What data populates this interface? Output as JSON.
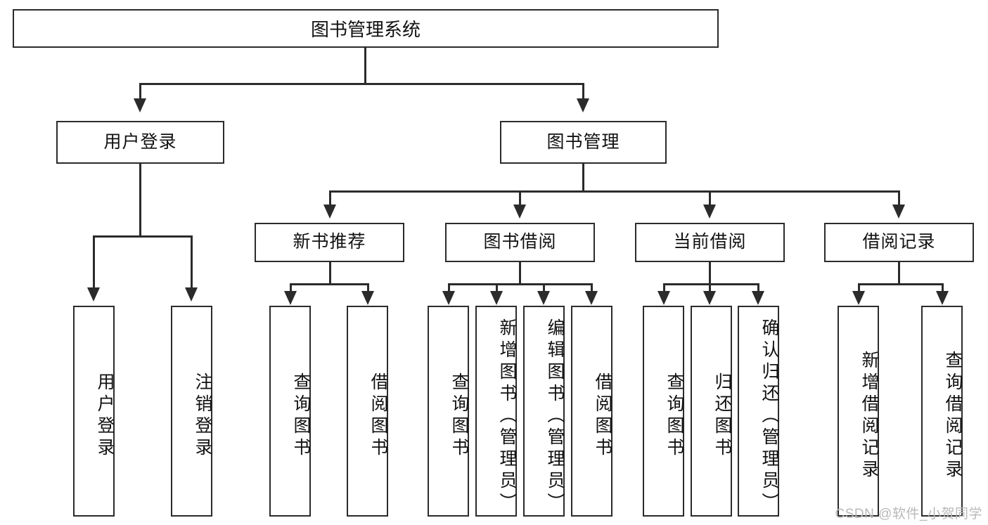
{
  "diagram": {
    "type": "tree-hierarchy",
    "title": "图书管理系统",
    "watermark": "CSDN @软件_小贺同学",
    "colors": {
      "stroke": "#2b2b2b",
      "fill": "#ffffff",
      "text": "#111111",
      "watermark": "#b9b9b9"
    },
    "root": {
      "label": "图书管理系统"
    },
    "level1": [
      {
        "id": "user-login",
        "label": "用户登录"
      },
      {
        "id": "book-manage",
        "label": "图书管理"
      }
    ],
    "level2": [
      {
        "id": "new-book-recommend",
        "label": "新书推荐",
        "parent": "book-manage"
      },
      {
        "id": "book-borrow",
        "label": "图书借阅",
        "parent": "book-manage"
      },
      {
        "id": "current-borrow",
        "label": "当前借阅",
        "parent": "book-manage"
      },
      {
        "id": "borrow-record",
        "label": "借阅记录",
        "parent": "book-manage"
      }
    ],
    "leaves": {
      "user_login": [
        {
          "id": "leaf-user-login",
          "label": "用户登录"
        },
        {
          "id": "leaf-user-logout",
          "label": "注销登录"
        }
      ],
      "new_book_recommend": [
        {
          "id": "leaf-query-book-1",
          "label": "查询图书"
        },
        {
          "id": "leaf-borrow-book-1",
          "label": "借阅图书"
        }
      ],
      "book_borrow": [
        {
          "id": "leaf-query-book-2",
          "label": "查询图书"
        },
        {
          "id": "leaf-add-book",
          "label": "新增图书（管理员）"
        },
        {
          "id": "leaf-edit-book",
          "label": "编辑图书（管理员）"
        },
        {
          "id": "leaf-borrow-book-2",
          "label": "借阅图书"
        }
      ],
      "current_borrow": [
        {
          "id": "leaf-query-book-3",
          "label": "查询图书"
        },
        {
          "id": "leaf-return-book",
          "label": "归还图书"
        },
        {
          "id": "leaf-confirm-return",
          "label": "确认归还（管理员）"
        }
      ],
      "borrow_record": [
        {
          "id": "leaf-add-record",
          "label": "新增借阅记录"
        },
        {
          "id": "leaf-query-record",
          "label": "查询借阅记录"
        }
      ]
    }
  }
}
